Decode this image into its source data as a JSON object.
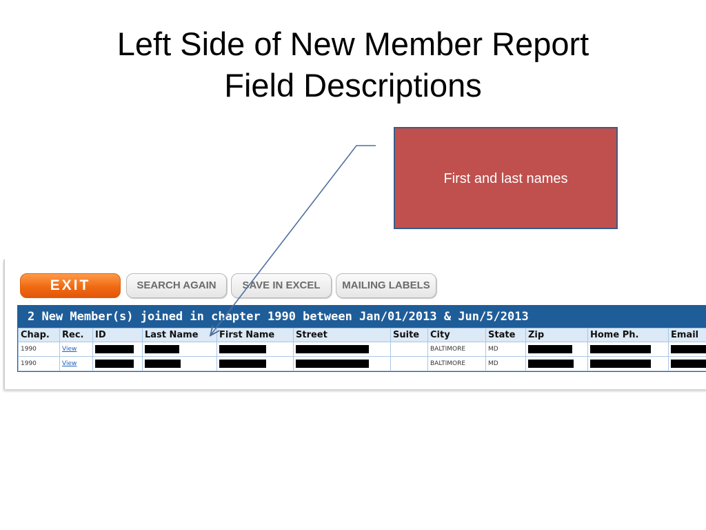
{
  "slide": {
    "title_line1": "Left Side of New Member Report",
    "title_line2": "Field Descriptions",
    "callout_text": "First and last names"
  },
  "toolbar": {
    "exit_label": "EXIT",
    "search_again_label": "SEARCH AGAIN",
    "save_excel_label": "SAVE IN EXCEL",
    "mailing_labels_label": "MAILING LABELS"
  },
  "results": {
    "header": "2 New Member(s) joined in chapter 1990 between Jan/01/2013 & Jun/5/2013",
    "columns": [
      "Chap.",
      "Rec.",
      "ID",
      "Last Name",
      "First Name",
      "Street",
      "Suite",
      "City",
      "State",
      "Zip",
      "Home Ph.",
      "Email"
    ],
    "rows": [
      {
        "chap": "1990",
        "rec": "View",
        "city": "BALTIMORE",
        "state": "MD"
      },
      {
        "chap": "1990",
        "rec": "View",
        "city": "BALTIMORE",
        "state": "MD"
      }
    ]
  },
  "colors": {
    "callout_fill": "#c0504d",
    "callout_border": "#385d8a",
    "exit_orange": "#f06a12",
    "table_header_blue": "#1f5d99"
  }
}
